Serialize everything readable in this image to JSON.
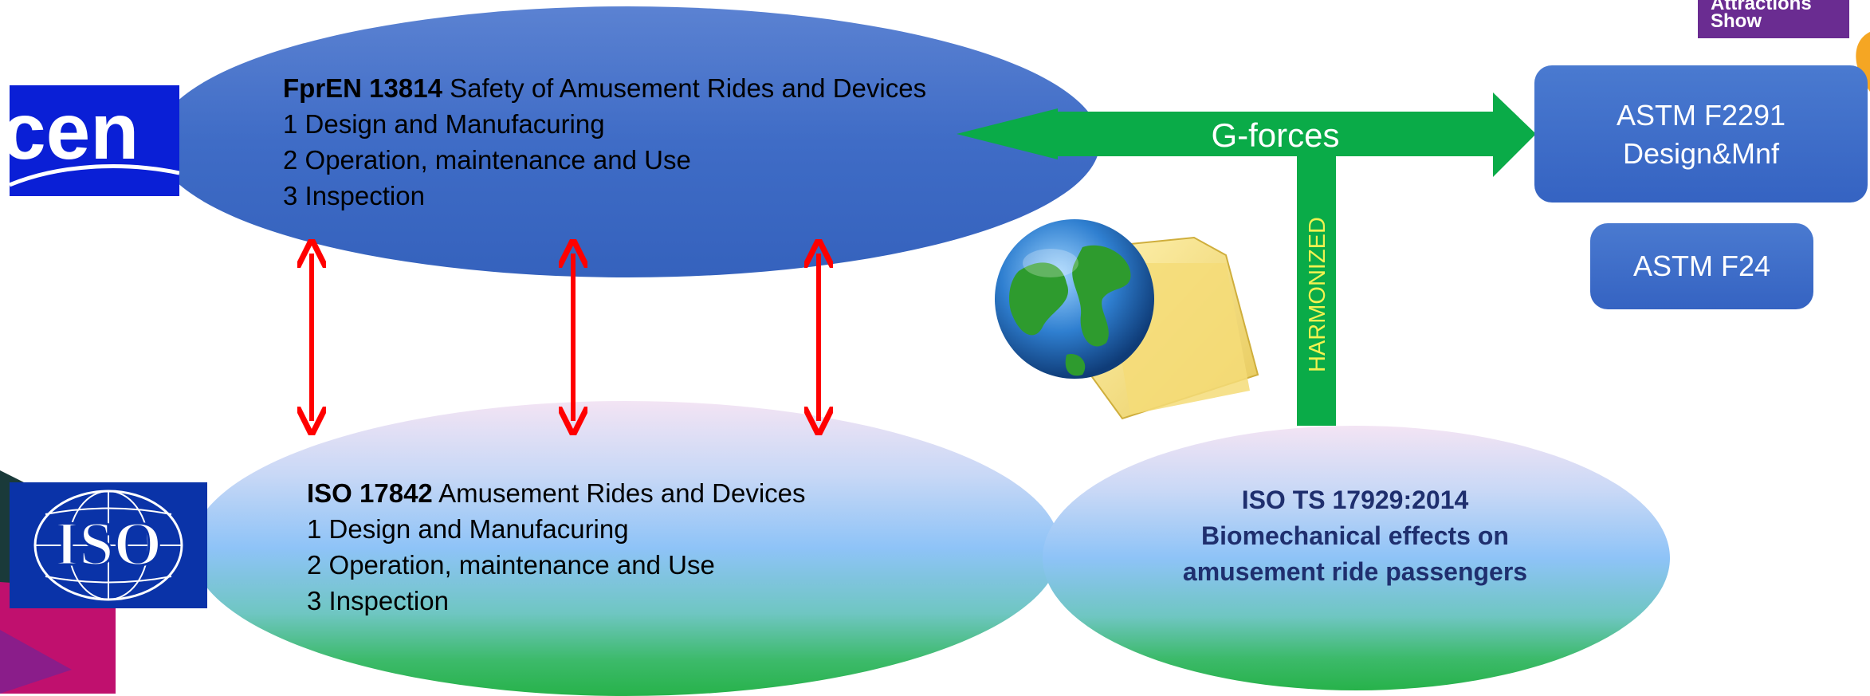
{
  "cen": {
    "logo_text": "cen",
    "title_bold": "FprEN 13814",
    "title_rest": " Safety of Amusement Rides and  Devices",
    "items": [
      "1 Design and Manufacuring",
      "2 Operation, maintenance and Use",
      "3 Inspection"
    ]
  },
  "iso": {
    "logo_text": "ISO",
    "title_bold": "ISO 17842",
    "title_rest": " Amusement Rides and Devices",
    "items": [
      "1 Design and Manufacuring",
      "2 Operation, maintenance and Use",
      "3 Inspection"
    ]
  },
  "iso_ts": {
    "lines": [
      "ISO TS 17929:2014",
      "Biomechanical effects on",
      "amusement ride passengers"
    ]
  },
  "connectors": {
    "gforces_label": "G-forces",
    "harmonized_label": "HARMONIZED"
  },
  "astm": {
    "f2291_lines": [
      "ASTM F2291",
      "Design&Mnf"
    ],
    "f24_label": "ASTM F24"
  },
  "corner_brand": {
    "lines": [
      "Attractions",
      "Show"
    ]
  },
  "colors": {
    "arrow_red": "#ff0000",
    "arrow_green": "#0aab48",
    "ellipse_blue": "#3f6cc6",
    "harmonized_yellow": "#f2f250"
  }
}
